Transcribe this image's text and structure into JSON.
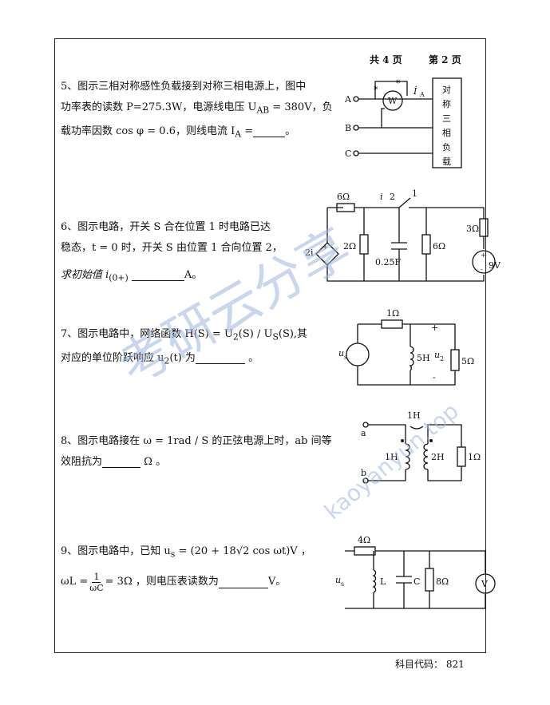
{
  "header": {
    "total_pages": "共 4 页",
    "current_page": "第 2 页"
  },
  "q5": {
    "line1": "5、图示三相对称感性负载接到对称三相电源上，图中",
    "line2": "功率表的读数 P=275.3W，电源线电压 U",
    "line2_sub": "AB",
    "line2_tail": " = 380V，负",
    "line3": "载功率因数 cos φ = 0.6，则线电流 I",
    "line3_sub": "A",
    "line3_tail": " =",
    "line3_end": "。",
    "fig": {
      "A": "A",
      "B": "B",
      "C": "C",
      "W": "W",
      "star1": "*",
      "star2": "*",
      "IA": "İ",
      "IA_sub": "A",
      "load": [
        "对",
        "称",
        "三",
        "相",
        "负",
        "载"
      ]
    }
  },
  "q6": {
    "line1": "6、图示电路，开关 S 合在位置 1 时电路已达",
    "line2": "稳态，t = 0 时，开关 S 由位置 1 合向位置 2，",
    "line3": "求初始值 i",
    "line3_sub": "(0+)",
    "line3_tail": "A。",
    "fig": {
      "r1": "6Ω",
      "r2": "2Ω",
      "r3": "6Ω",
      "r4": "3Ω",
      "cap": "0.25F",
      "src": "2i",
      "v": "9V",
      "i": "i",
      "pos1": "1",
      "pos2": "2",
      "plus": "+",
      "minus": "-"
    }
  },
  "q7": {
    "line1": "7、图示电路中，网络函数 H(S) = U",
    "line1_sub1": "2",
    "line1_mid": "(S) / U",
    "line1_sub2": "S",
    "line1_tail": "(S),其",
    "line2": "对应的单位阶跃响应 u",
    "line2_sub": "2",
    "line2_tail": "(t) 为",
    "line2_end": "。",
    "fig": {
      "r1": "1Ω",
      "l": "5H",
      "r2": "5Ω",
      "us": "u",
      "us_sub": "s",
      "u2": "u",
      "u2_sub": "2",
      "plus": "+",
      "minus": "-"
    }
  },
  "q8": {
    "line1": "8、图示电路接在 ω = 1rad / S 的正弦电源上时，ab 间等",
    "line2": "效阻抗为",
    "line2_tail": "Ω 。",
    "fig": {
      "m": "1H",
      "l1": "1H",
      "l2": "2H",
      "r": "1Ω",
      "a": "a",
      "b": "b"
    }
  },
  "q9": {
    "line1": "9、图示电路中，已知 u",
    "line1_sub": "s",
    "line1_tail": " = (20 + 18√2 cos ωt)V ，",
    "line2a": "ωL = ",
    "frac_num": "1",
    "frac_den": "ωC",
    "line2b": " = 3Ω ，则电压表读数为",
    "line2_tail": "V。",
    "fig": {
      "r1": "4Ω",
      "l": "L",
      "c": "C",
      "r2": "8Ω",
      "v": "V",
      "us": "u",
      "us_sub": "s"
    }
  },
  "footer": {
    "code": "科目代码： 821"
  },
  "watermark": {
    "cn": "考研云分享",
    "en": "kaoyanyun.top"
  }
}
